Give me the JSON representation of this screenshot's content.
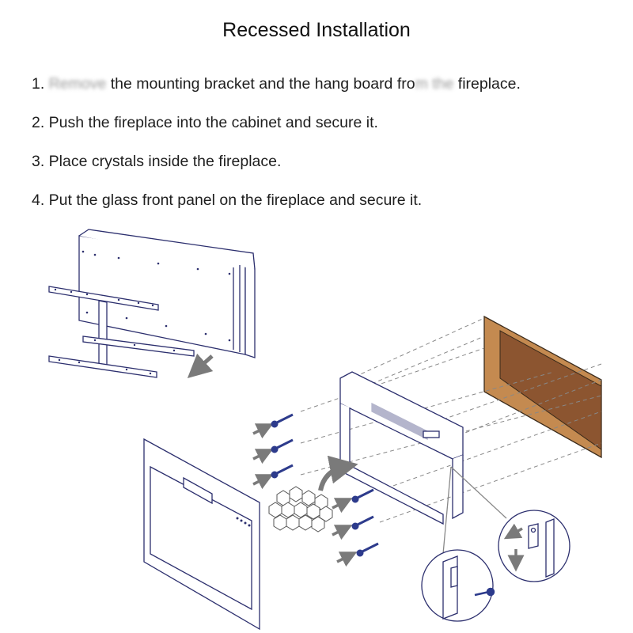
{
  "title": "Recessed Installation",
  "steps": [
    {
      "prefix": "1. ",
      "blur_a": "Remove",
      "mid": " the mounting bracket and the hang board fro",
      "blur_b": "m the",
      "suffix": " fireplace."
    },
    {
      "text": "2. Push the fireplace into the cabinet and secure it."
    },
    {
      "text": "3. Place crystals inside the fireplace."
    },
    {
      "text": "4. Put the glass front panel on the fireplace and secure it."
    }
  ],
  "colors": {
    "line": "#2c2f6e",
    "arrow": "#7a7a7a",
    "cabinet_face": "#c48a50",
    "cabinet_inner": "#8c5530",
    "screw": "#2d3b8c"
  }
}
